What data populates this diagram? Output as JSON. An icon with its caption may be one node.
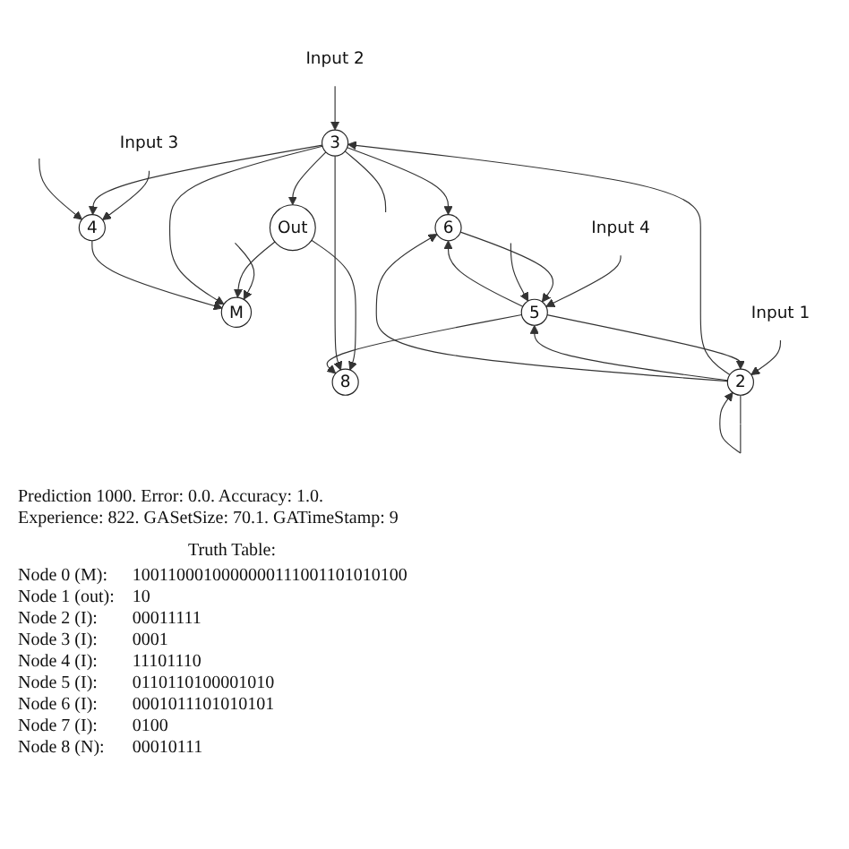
{
  "diagram": {
    "nodes": [
      {
        "text": [
          "M"
        ]
      },
      {
        "text": [
          "Out"
        ]
      },
      {
        "text": [
          "Input 3"
        ]
      },
      {
        "text": [
          "4"
        ]
      },
      {
        "text": [
          "8"
        ]
      },
      {
        "text": [
          "3"
        ]
      },
      {
        "text": [
          "Input 2"
        ]
      },
      {
        "text": [
          "Input 1"
        ]
      },
      {
        "text": [
          "2"
        ]
      },
      {
        "text": [
          "Input 4"
        ]
      },
      {
        "text": [
          "5"
        ]
      },
      {
        "text": [
          "6"
        ]
      }
    ],
    "edges": [
      {
        "from": null,
        "to": 0,
        "arrow": "to"
      },
      {
        "from": 1,
        "to": 0,
        "arrow": "to"
      },
      {
        "from": 5,
        "to": 0,
        "arrow": "to"
      },
      {
        "from": 3,
        "to": 0,
        "arrow": "to"
      },
      {
        "from": 5,
        "to": 1,
        "arrow": "to"
      },
      {
        "from": 2,
        "to": 3,
        "arrow": "to"
      },
      {
        "from": 5,
        "to": 3,
        "arrow": "to"
      },
      {
        "from": null,
        "to": 3,
        "arrow": "to"
      },
      {
        "from": 1,
        "to": 4,
        "arrow": "to"
      },
      {
        "from": 5,
        "to": 4,
        "arrow": "to"
      },
      {
        "from": 5,
        "to": null,
        "arrow": "none"
      },
      {
        "from": 6,
        "to": 5,
        "arrow": "to"
      },
      {
        "from": 8,
        "to": 5,
        "arrow": "to"
      },
      {
        "from": 5,
        "to": 11,
        "arrow": "to"
      },
      {
        "from": 7,
        "to": 8,
        "arrow": "to"
      },
      {
        "from": 8,
        "to": 8,
        "arrow": "to"
      },
      {
        "from": 10,
        "to": 8,
        "arrow": "to"
      },
      {
        "from": 8,
        "to": 10,
        "arrow": "to"
      },
      {
        "from": 8,
        "to": 11,
        "arrow": "to"
      },
      {
        "from": 10,
        "to": 4,
        "arrow": "to"
      },
      {
        "from": 9,
        "to": 10,
        "arrow": "to"
      },
      {
        "from": 11,
        "to": 10,
        "arrow": "to"
      },
      {
        "from": 10,
        "to": 11,
        "arrow": "to"
      },
      {
        "from": null,
        "to": 10,
        "arrow": "to"
      }
    ],
    "labels": [
      "Prediction 1000. Error: 0.0. Accuracy: 1.0.",
      "Experience: 822. GASetSize: 70.1. GATimeStamp: 9",
      "Truth Table:",
      "Node 0 (M):",
      "1001100010000000111001101010100",
      "Node 1 (out):",
      "10",
      "Node 2 (I):",
      "00011111",
      "Node 3 (I):",
      "0001",
      "Node 4 (I):",
      "11101110",
      "Node 5 (I):",
      "0110110100001010",
      "Node 6 (I):",
      "0001011101010101",
      "Node 7 (I):",
      "0100",
      "Node 8 (N):",
      "00010111"
    ]
  }
}
